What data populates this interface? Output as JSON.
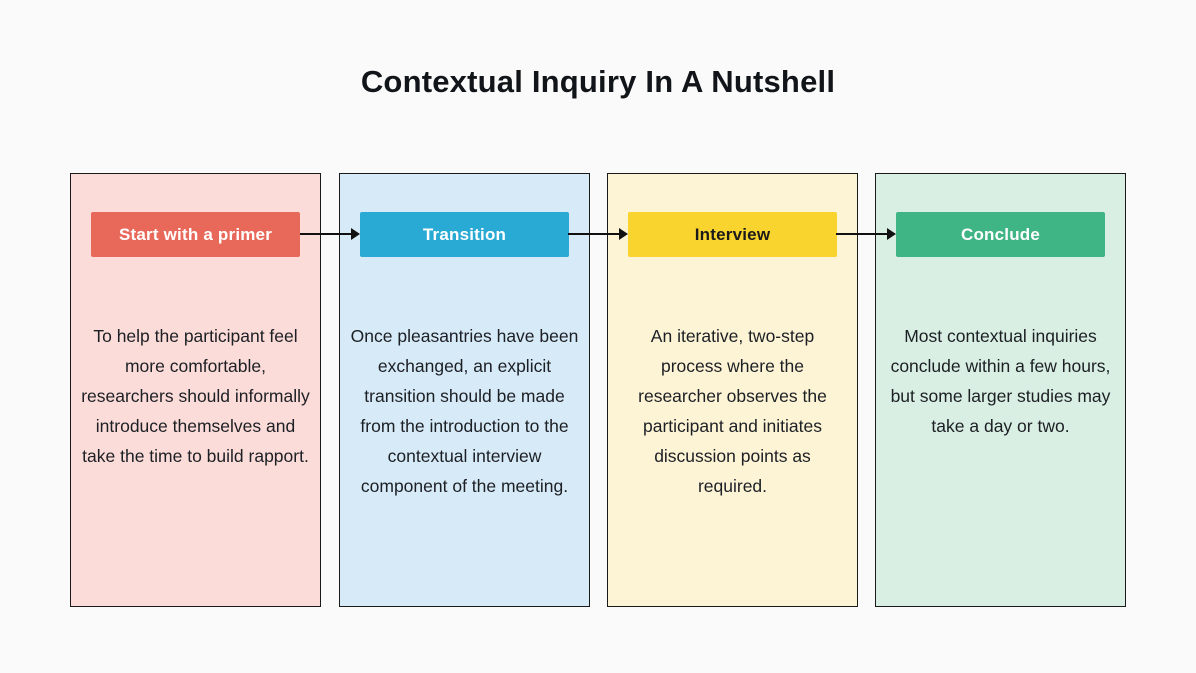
{
  "title": "Contextual Inquiry In A Nutshell",
  "canvas": {
    "background": "#fafafa",
    "card_border": "#1a1a1a",
    "arrow_color": "#111111"
  },
  "cards": [
    {
      "label": "Start with a primer",
      "body": "To help the participant feel more comfortable, researchers should informally introduce themselves and take the time to build rapport.",
      "card_bg": "#fcdcd9",
      "badge_bg": "#e8695a",
      "badge_fg": "#ffffff"
    },
    {
      "label": "Transition",
      "body": "Once pleasantries have been exchanged, an explicit transition should be made from the introduction to the contextual interview component of the meeting.",
      "card_bg": "#d7eaf7",
      "badge_bg": "#29aad4",
      "badge_fg": "#ffffff"
    },
    {
      "label": "Interview",
      "body": "An iterative, two-step process where the researcher observes the participant and initiates discussion points as required.",
      "card_bg": "#fdf4d6",
      "badge_bg": "#f9d42e",
      "badge_fg": "#1a1a1a"
    },
    {
      "label": "Conclude",
      "body": "Most contextual inquiries conclude within a few hours, but some larger studies may take a day or two.",
      "card_bg": "#d9efe3",
      "badge_bg": "#3fb585",
      "badge_fg": "#ffffff"
    }
  ]
}
